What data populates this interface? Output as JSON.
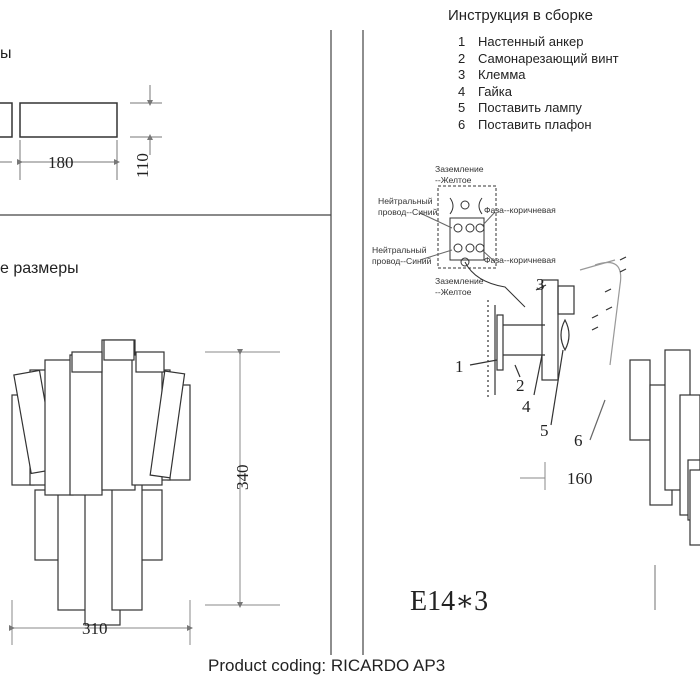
{
  "top_left_title": "ы",
  "dims_panel": {
    "width": "180",
    "height": "110"
  },
  "front_title": "е размеры",
  "front_dims": {
    "height": "340",
    "width": "310"
  },
  "instructions": {
    "title": "Инструкция в сборке",
    "steps": [
      {
        "n": "1",
        "text": "Настенный анкер"
      },
      {
        "n": "2",
        "text": "Самонарезающий винт"
      },
      {
        "n": "3",
        "text": "Клемма"
      },
      {
        "n": "4",
        "text": "Гайка"
      },
      {
        "n": "5",
        "text": "Поставить лампу"
      },
      {
        "n": "6",
        "text": "Поставить плафон"
      }
    ]
  },
  "wiring": {
    "ground_top": "Заземление\n--Желтое",
    "neutral_top": "Нейтральный\nпровод--Синий",
    "phase_top": "Фаза--коричневая",
    "neutral_bottom": "Нейтральный\nпровод--Синий",
    "phase_bottom": "Фаза--коричневая",
    "ground_bottom": "Заземление\n--Желтое"
  },
  "callouts": [
    "1",
    "2",
    "3",
    "4",
    "5",
    "6"
  ],
  "side_dim": "160",
  "bulb_spec": "E14∗3",
  "footer": "Product coding: RICARDO AP3"
}
